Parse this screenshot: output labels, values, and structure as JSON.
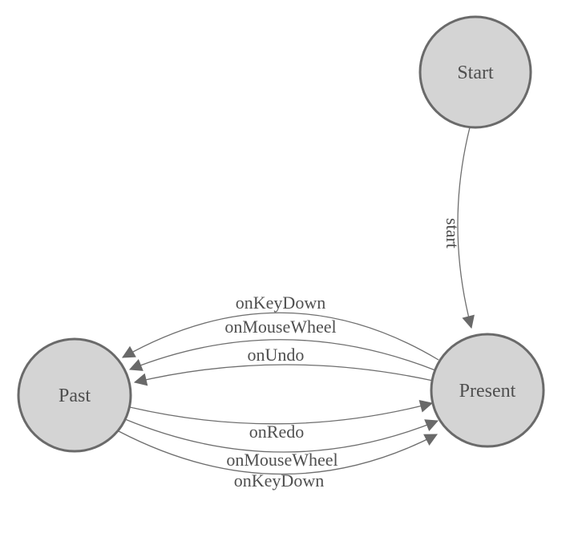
{
  "diagram": {
    "type": "state-machine",
    "colors": {
      "background": "#ffffff",
      "node_fill": "#d4d4d4",
      "node_border": "#6a6a6a",
      "edge_line": "#6e6e6e",
      "arrowhead": "#696969",
      "text": "#4f4f4f"
    },
    "nodes": [
      {
        "id": "start",
        "label": "Start"
      },
      {
        "id": "present",
        "label": "Present"
      },
      {
        "id": "past",
        "label": "Past"
      }
    ],
    "edges": [
      {
        "id": "start-to-present",
        "from": "Start",
        "to": "Present",
        "label": "start"
      },
      {
        "id": "present-to-past-keydown",
        "from": "Present",
        "to": "Past",
        "label": "onKeyDown"
      },
      {
        "id": "present-to-past-mousewheel",
        "from": "Present",
        "to": "Past",
        "label": "onMouseWheel"
      },
      {
        "id": "present-to-past-undo",
        "from": "Present",
        "to": "Past",
        "label": "onUndo"
      },
      {
        "id": "past-to-present-redo",
        "from": "Past",
        "to": "Present",
        "label": "onRedo"
      },
      {
        "id": "past-to-present-mousewheel",
        "from": "Past",
        "to": "Present",
        "label": "onMouseWheel"
      },
      {
        "id": "past-to-present-keydown",
        "from": "Past",
        "to": "Present",
        "label": "onKeyDown"
      }
    ]
  }
}
